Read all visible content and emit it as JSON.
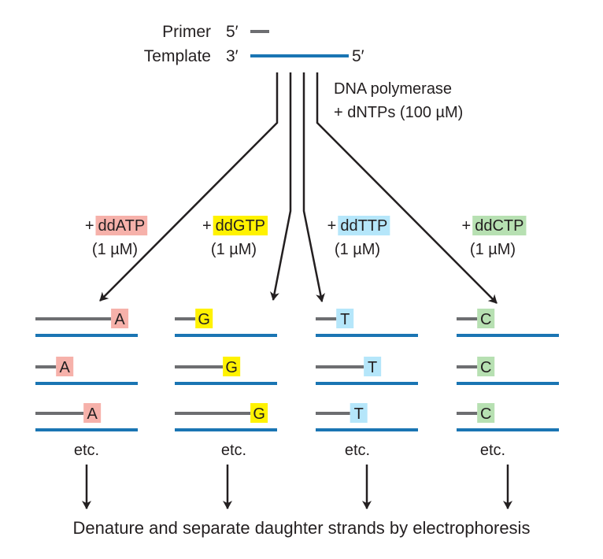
{
  "colors": {
    "template": "#1a75b3",
    "primer": "#6d6e71",
    "line": "#231f20",
    "ddATP": "#f6b1aa",
    "ddGTP": "#fff200",
    "ddTTP": "#b5e6fa",
    "ddCTP": "#b7e0b2"
  },
  "header": {
    "primer_label": "Primer",
    "primer_end": "5′",
    "template_label": "Template",
    "template_start": "3′",
    "template_end": "5′",
    "polymerase_line1": "DNA polymerase",
    "polymerase_line2": "+ dNTPs (100 µM)"
  },
  "reactions": [
    {
      "plus": "+",
      "nucleotide": "ddATP",
      "conc": "(1 µM)",
      "base": "A",
      "color_key": "ddATP",
      "fragments": [
        {
          "length": 0.22
        },
        {
          "length": 0.06
        },
        {
          "length": 0.14
        }
      ],
      "etc": "etc."
    },
    {
      "plus": "+",
      "nucleotide": "ddGTP",
      "conc": "(1 µM)",
      "base": "G",
      "color_key": "ddGTP",
      "fragments": [
        {
          "length": 0.06
        },
        {
          "length": 0.14
        },
        {
          "length": 0.22
        }
      ],
      "etc": "etc."
    },
    {
      "plus": "+",
      "nucleotide": "ddTTP",
      "conc": "(1 µM)",
      "base": "T",
      "color_key": "ddTTP",
      "fragments": [
        {
          "length": 0.06
        },
        {
          "length": 0.14
        },
        {
          "length": 0.1
        }
      ],
      "etc": "etc."
    },
    {
      "plus": "+",
      "nucleotide": "ddCTP",
      "conc": "(1 µM)",
      "base": "C",
      "color_key": "ddCTP",
      "fragments": [
        {
          "length": 0.06
        },
        {
          "length": 0.06
        },
        {
          "length": 0.06
        }
      ],
      "etc": "etc."
    }
  ],
  "footer": "Denature and separate daughter strands by electrophoresis"
}
